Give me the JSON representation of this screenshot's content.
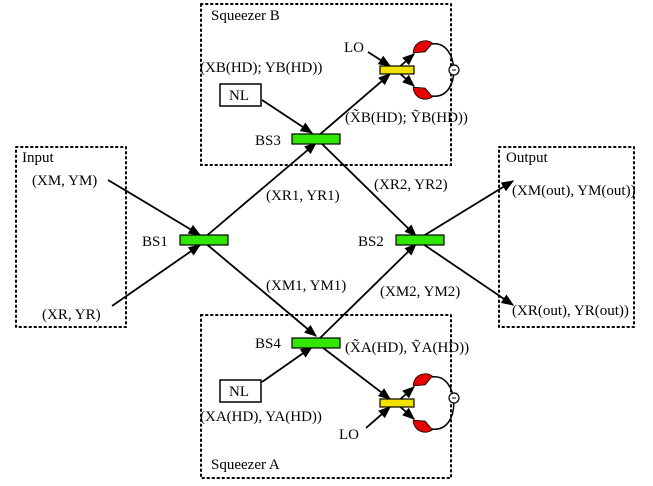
{
  "boxes": {
    "input": "Input",
    "output": "Output",
    "squeezer_a": "Squeezer A",
    "squeezer_b": "Squeezer B"
  },
  "components": {
    "bs1": "BS1",
    "bs2": "BS2",
    "bs3": "BS3",
    "bs4": "BS4",
    "nl_b": "NL",
    "nl_a": "NL",
    "lo_b": "LO",
    "lo_a": "LO"
  },
  "signals": {
    "input_m": "(XM, YM)",
    "input_r": "(XR, YR)",
    "sq_b_hd": "(XB(HD); YB(HD))",
    "sq_b_meas": "(X̃B(HD); ỸB(HD))",
    "sq_a_hd": "(XA(HD), YA(HD))",
    "sq_a_meas": "(X̃A(HD), ỸA(HD))",
    "r1": "(XR1, YR1)",
    "r2": "(XR2, YR2)",
    "m1": "(XM1, YM1)",
    "m2": "(XM2, YM2)",
    "out_m": "(XM(out), YM(out))",
    "out_r": "(XR(out), YR(out))"
  }
}
